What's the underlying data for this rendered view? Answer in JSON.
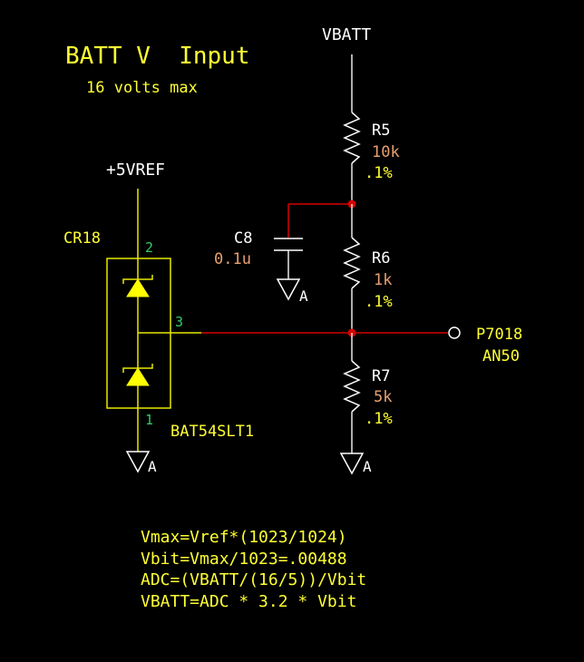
{
  "colors": {
    "background": "#000000",
    "wire_white": "#e8e8e8",
    "wire_yellow": "#e8e800",
    "net_red": "#d40000",
    "text_yellow": "#ffff33",
    "text_white": "#ffffff",
    "value_orange": "#e8a070",
    "pin_green": "#33cc66"
  },
  "title": {
    "main": "BATT V  Input",
    "sub": "16 volts max"
  },
  "nets": {
    "vbatt": "VBATT",
    "vref": "+5VREF",
    "ground_symbol": "A",
    "port": "P7018",
    "port_alt": "AN50"
  },
  "components": {
    "r5": {
      "ref": "R5",
      "value": "10k",
      "tolerance": ".1%"
    },
    "r6": {
      "ref": "R6",
      "value": "1k",
      "tolerance": ".1%"
    },
    "r7": {
      "ref": "R7",
      "value": "5k",
      "tolerance": ".1%"
    },
    "c8": {
      "ref": "C8",
      "value": "0.1u"
    },
    "cr18": {
      "ref": "CR18",
      "part": "BAT54SLT1",
      "pins": {
        "p1": "1",
        "p2": "2",
        "p3": "3"
      }
    }
  },
  "notes": [
    "Vmax=Vref*(1023/1024)",
    "Vbit=Vmax/1023=.00488",
    "ADC=(VBATT/(16/5))/Vbit",
    "VBATT=ADC * 3.2 * Vbit"
  ]
}
